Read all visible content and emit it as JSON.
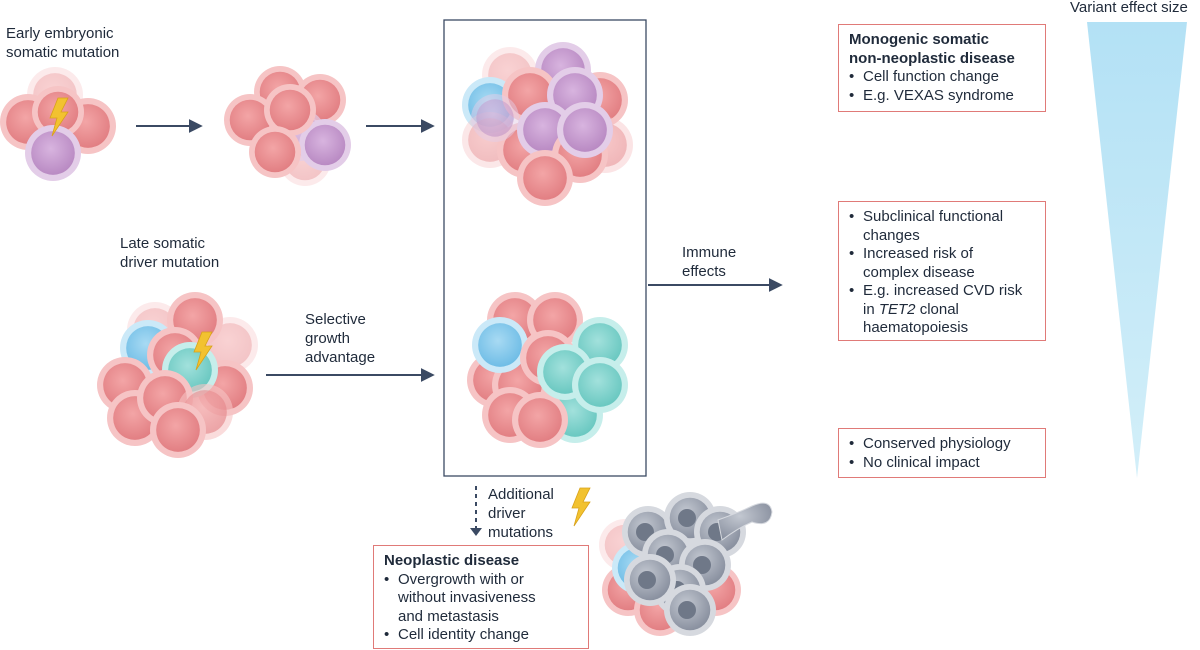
{
  "labels": {
    "early_mutation": "Early embryonic\nsomatic mutation",
    "late_mutation": "Late somatic\ndriver mutation",
    "selective_growth": "Selective\ngrowth\nadvantage",
    "immune_effects": "Immune\neffects",
    "additional_mutations": "Additional\ndriver\nmutations",
    "variant_effect_size": "Variant effect size"
  },
  "boxes": {
    "monogenic": {
      "title": "Monogenic somatic\nnon-neoplastic disease",
      "items": [
        "Cell function change",
        "E.g. VEXAS syndrome"
      ]
    },
    "subclinical": {
      "items": [
        "Subclinical functional\nchanges",
        "Increased risk of\ncomplex disease"
      ],
      "cvd_prefix": "E.g. increased CVD risk\nin ",
      "cvd_gene": "TET2",
      "cvd_suffix": " clonal\nhaematopoiesis"
    },
    "conserved": {
      "items": [
        "Conserved physiology",
        "No clinical impact"
      ]
    },
    "neoplastic": {
      "title": "Neoplastic disease",
      "items": [
        "Overgrowth with or\nwithout invasiveness\nand metastasis",
        "Cell identity change"
      ]
    }
  },
  "colors": {
    "red_cell": "#e98b8e",
    "purple_cell": "#c59ace",
    "blue_cell": "#7fc8ec",
    "teal_cell": "#79d2cc",
    "grey_cell": "#9da4b0",
    "arrow": "#3b4a63",
    "box_border": "#e07a78",
    "triangle": "#b9e4f6",
    "lightning": "#f2c230"
  },
  "icons": [
    "lightning-bolt-icon"
  ]
}
